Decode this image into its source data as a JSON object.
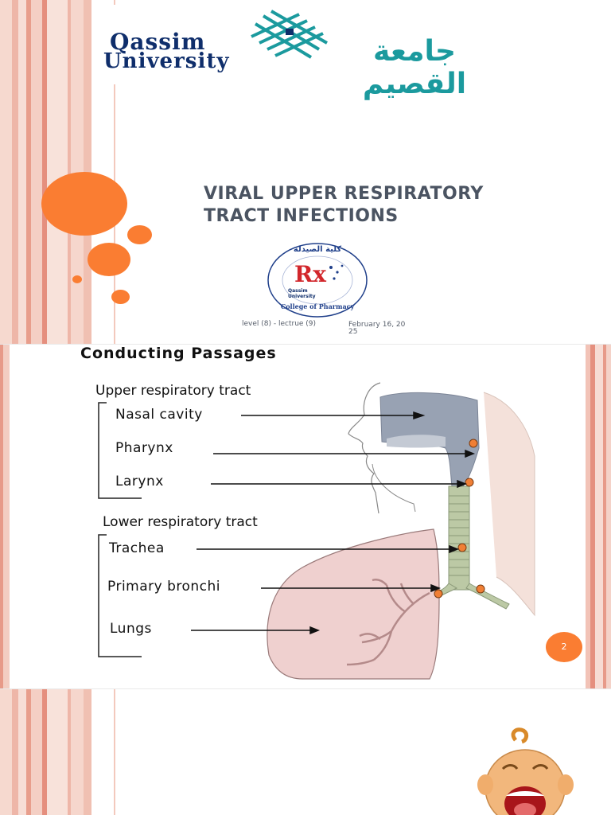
{
  "slide1": {
    "university_logo": {
      "english_line1": "Qassim",
      "english_line2": "University",
      "arabic_text": "جامعة القصيم"
    },
    "title_line1": "VIRAL UPPER RESPIRATORY",
    "title_line2": "TRACT INFECTIONS",
    "college_logo": {
      "arabic_text": "كلية الصيدلة",
      "center_text": "Rx",
      "university_small": "Qassim University",
      "bottom_text": "College of Pharmacy"
    },
    "footer_left": "level (8) - lectrue (9)",
    "footer_date_line1": "February 16, 20",
    "footer_date_line2": "25"
  },
  "slide2": {
    "diagram_title": "Conducting Passages",
    "upper_heading": "Upper respiratory tract",
    "upper_items": [
      "Nasal cavity",
      "Pharynx",
      "Larynx"
    ],
    "lower_heading": "Lower respiratory tract",
    "lower_items": [
      "Trachea",
      "Primary bronchi",
      "Lungs"
    ],
    "page_number": "2"
  },
  "colors": {
    "accent_orange": "#fa7d32",
    "stripe_pink": "#f2c3b7",
    "stripe_red": "#e58f7e",
    "title_gray": "#4b5462",
    "logo_teal": "#1b9a9e",
    "logo_navy": "#0f2e6b"
  }
}
